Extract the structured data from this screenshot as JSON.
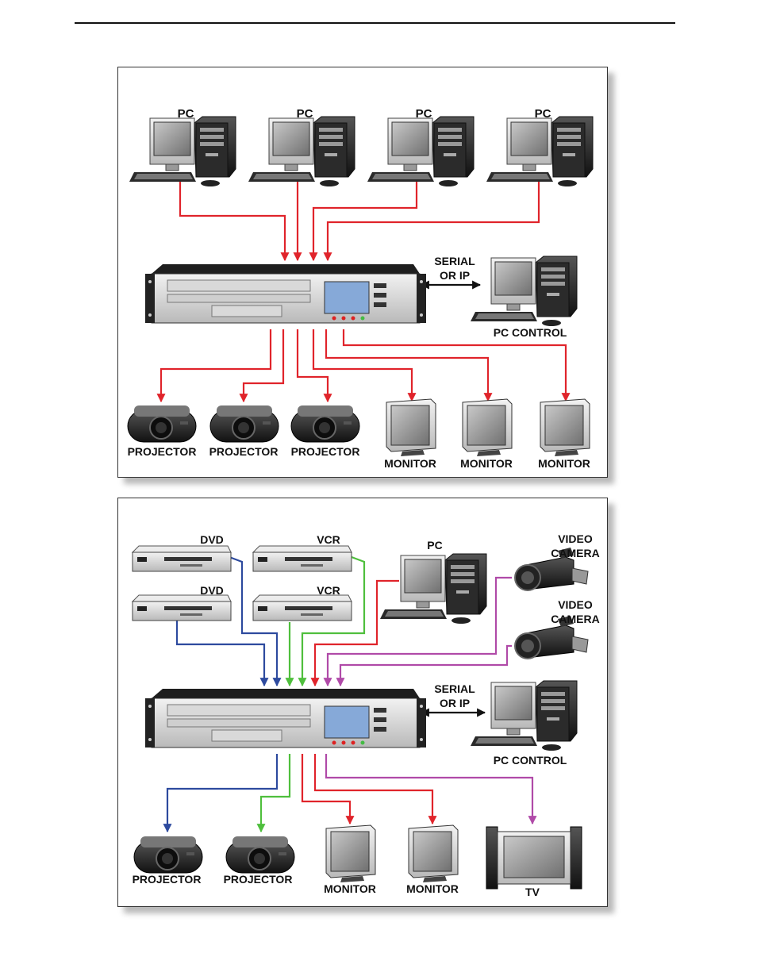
{
  "colors": {
    "red": "#e0242b",
    "blue": "#2d4a9e",
    "green": "#4fbf3d",
    "purple": "#b04aa8",
    "frame": "#333333"
  },
  "diagram1": {
    "pc_labels": [
      "PC",
      "PC",
      "PC",
      "PC"
    ],
    "serial_line1": "SERIAL",
    "serial_line2": "OR IP",
    "pc_control": "PC CONTROL",
    "projector_labels": [
      "PROJECTOR",
      "PROJECTOR",
      "PROJECTOR"
    ],
    "monitor_labels": [
      "MONITOR",
      "MONITOR",
      "MONITOR"
    ]
  },
  "diagram2": {
    "dvd_labels": [
      "DVD",
      "DVD"
    ],
    "vcr_labels": [
      "VCR",
      "VCR"
    ],
    "pc_label": "PC",
    "camera_line1": [
      "VIDEO",
      "VIDEO"
    ],
    "camera_line2": [
      "CAMERA",
      "CAMERA"
    ],
    "serial_line1": "SERIAL",
    "serial_line2": "OR IP",
    "pc_control": "PC CONTROL",
    "projector_labels": [
      "PROJECTOR",
      "PROJECTOR"
    ],
    "monitor_labels": [
      "MONITOR",
      "MONITOR"
    ],
    "tv_label": "TV"
  }
}
